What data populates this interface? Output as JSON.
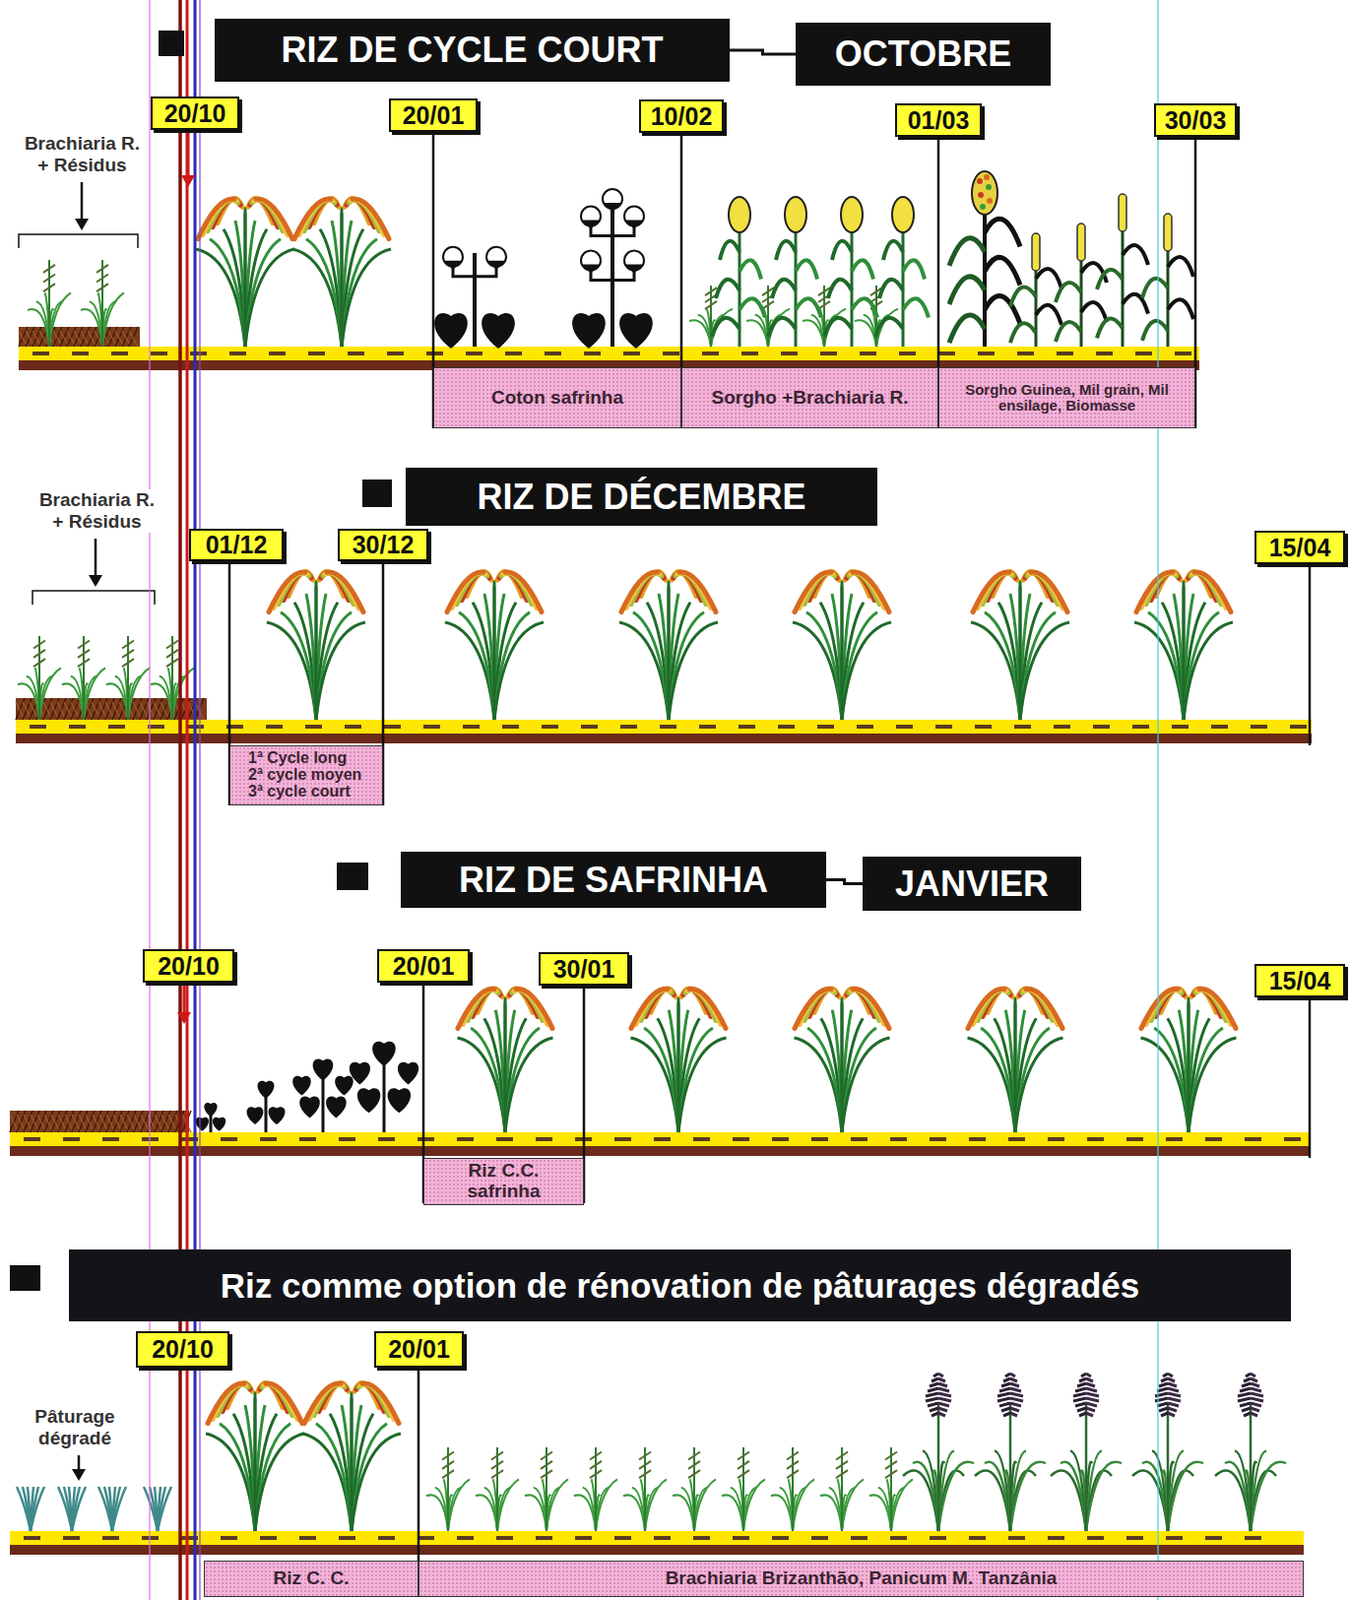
{
  "diagram": {
    "nodes": [
      {
        "text": [
          "RIZ DE CYCLE COURT"
        ]
      },
      {
        "text": [
          "OCTOBRE"
        ]
      },
      {
        "text": [
          "20/10"
        ]
      },
      {
        "text": [
          "20/01"
        ]
      },
      {
        "text": [
          "10/02"
        ]
      },
      {
        "text": [
          "01/03"
        ]
      },
      {
        "text": [
          "30/03"
        ]
      },
      {
        "text": [
          "Coton safrinha"
        ]
      },
      {
        "text": [
          "Sorgho +Brachiaria R."
        ]
      },
      {
        "text": [
          "Sorgho Guinea, Mil grain, Mil ensilage, Biomasse"
        ]
      },
      {
        "text": [
          "RIZ DE DÉCEMBRE"
        ]
      },
      {
        "text": [
          "01/12"
        ]
      },
      {
        "text": [
          "30/12"
        ]
      },
      {
        "text": [
          "15/04"
        ]
      },
      {
        "text": [
          "1ª Cycle long 2ª cycle moyen 3ª cycle court"
        ]
      },
      {
        "text": [
          "RIZ DE SAFRINHA"
        ]
      },
      {
        "text": [
          "JANVIER"
        ]
      },
      {
        "text": [
          "20/10"
        ]
      },
      {
        "text": [
          "20/01"
        ]
      },
      {
        "text": [
          "30/01"
        ]
      },
      {
        "text": [
          "15/04"
        ]
      },
      {
        "text": [
          "Riz C.C. safrinha"
        ]
      },
      {
        "text": [
          "Riz comme option de rénovation de pâturages dégradés"
        ]
      },
      {
        "text": [
          "20/10"
        ]
      },
      {
        "text": [
          "20/01"
        ]
      },
      {
        "text": [
          "Riz C. C."
        ]
      },
      {
        "text": [
          "Brachiaria Brizanthão, Panicum M. Tanzânia"
        ]
      }
    ],
    "edges": [
      {
        "from": 0,
        "to": 1,
        "arrow": "none"
      },
      {
        "from": 15,
        "to": 16,
        "arrow": "none"
      }
    ],
    "labels": [
      "Brachiaria R. + Résidus",
      "Brachiaria R. + Résidus",
      "Pâturage dégradé"
    ]
  }
}
